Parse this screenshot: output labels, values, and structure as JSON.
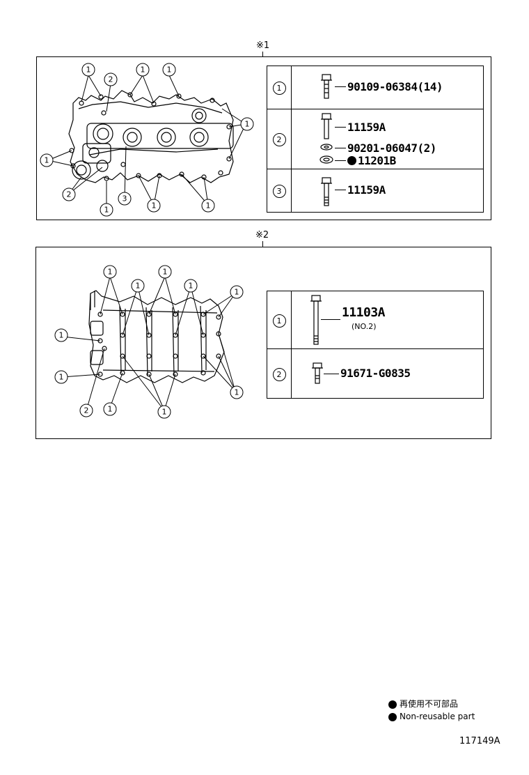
{
  "panel1": {
    "mark": "※1",
    "callouts": [
      "1",
      "2",
      "1",
      "1",
      "1",
      "1",
      "2",
      "1",
      "3",
      "1",
      "1"
    ],
    "legend": {
      "rows": [
        {
          "num": "1",
          "parts": [
            {
              "pn": "90109-06384(14)"
            }
          ]
        },
        {
          "num": "2",
          "parts": [
            {
              "pn": "11159A"
            },
            {
              "pn": "90201-06047(2)"
            },
            {
              "pn": "11201B",
              "non_reusable": true
            }
          ]
        },
        {
          "num": "3",
          "parts": [
            {
              "pn": "11159A"
            }
          ]
        }
      ]
    }
  },
  "panel2": {
    "mark": "※2",
    "callouts": [
      "1",
      "1",
      "1",
      "1",
      "1",
      "1",
      "1",
      "2",
      "1",
      "1",
      "1"
    ],
    "legend": {
      "rows": [
        {
          "num": "1",
          "parts": [
            {
              "pn": "11103A",
              "sub": "(NO.2)"
            }
          ]
        },
        {
          "num": "2",
          "parts": [
            {
              "pn": "91671-G0835"
            }
          ]
        }
      ]
    }
  },
  "notes": {
    "jp": "再使用不可部品",
    "en": "Non-reusable part"
  },
  "illustration_code": "117149A"
}
